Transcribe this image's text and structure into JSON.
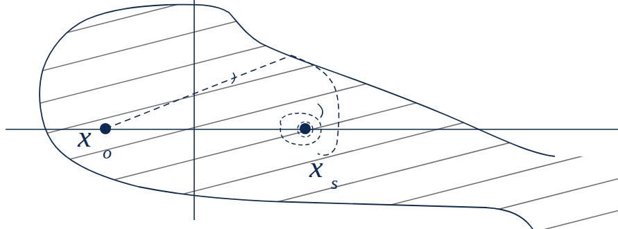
{
  "diagram": {
    "labels": [
      "x",
      "o",
      "x",
      "s"
    ]
  }
}
